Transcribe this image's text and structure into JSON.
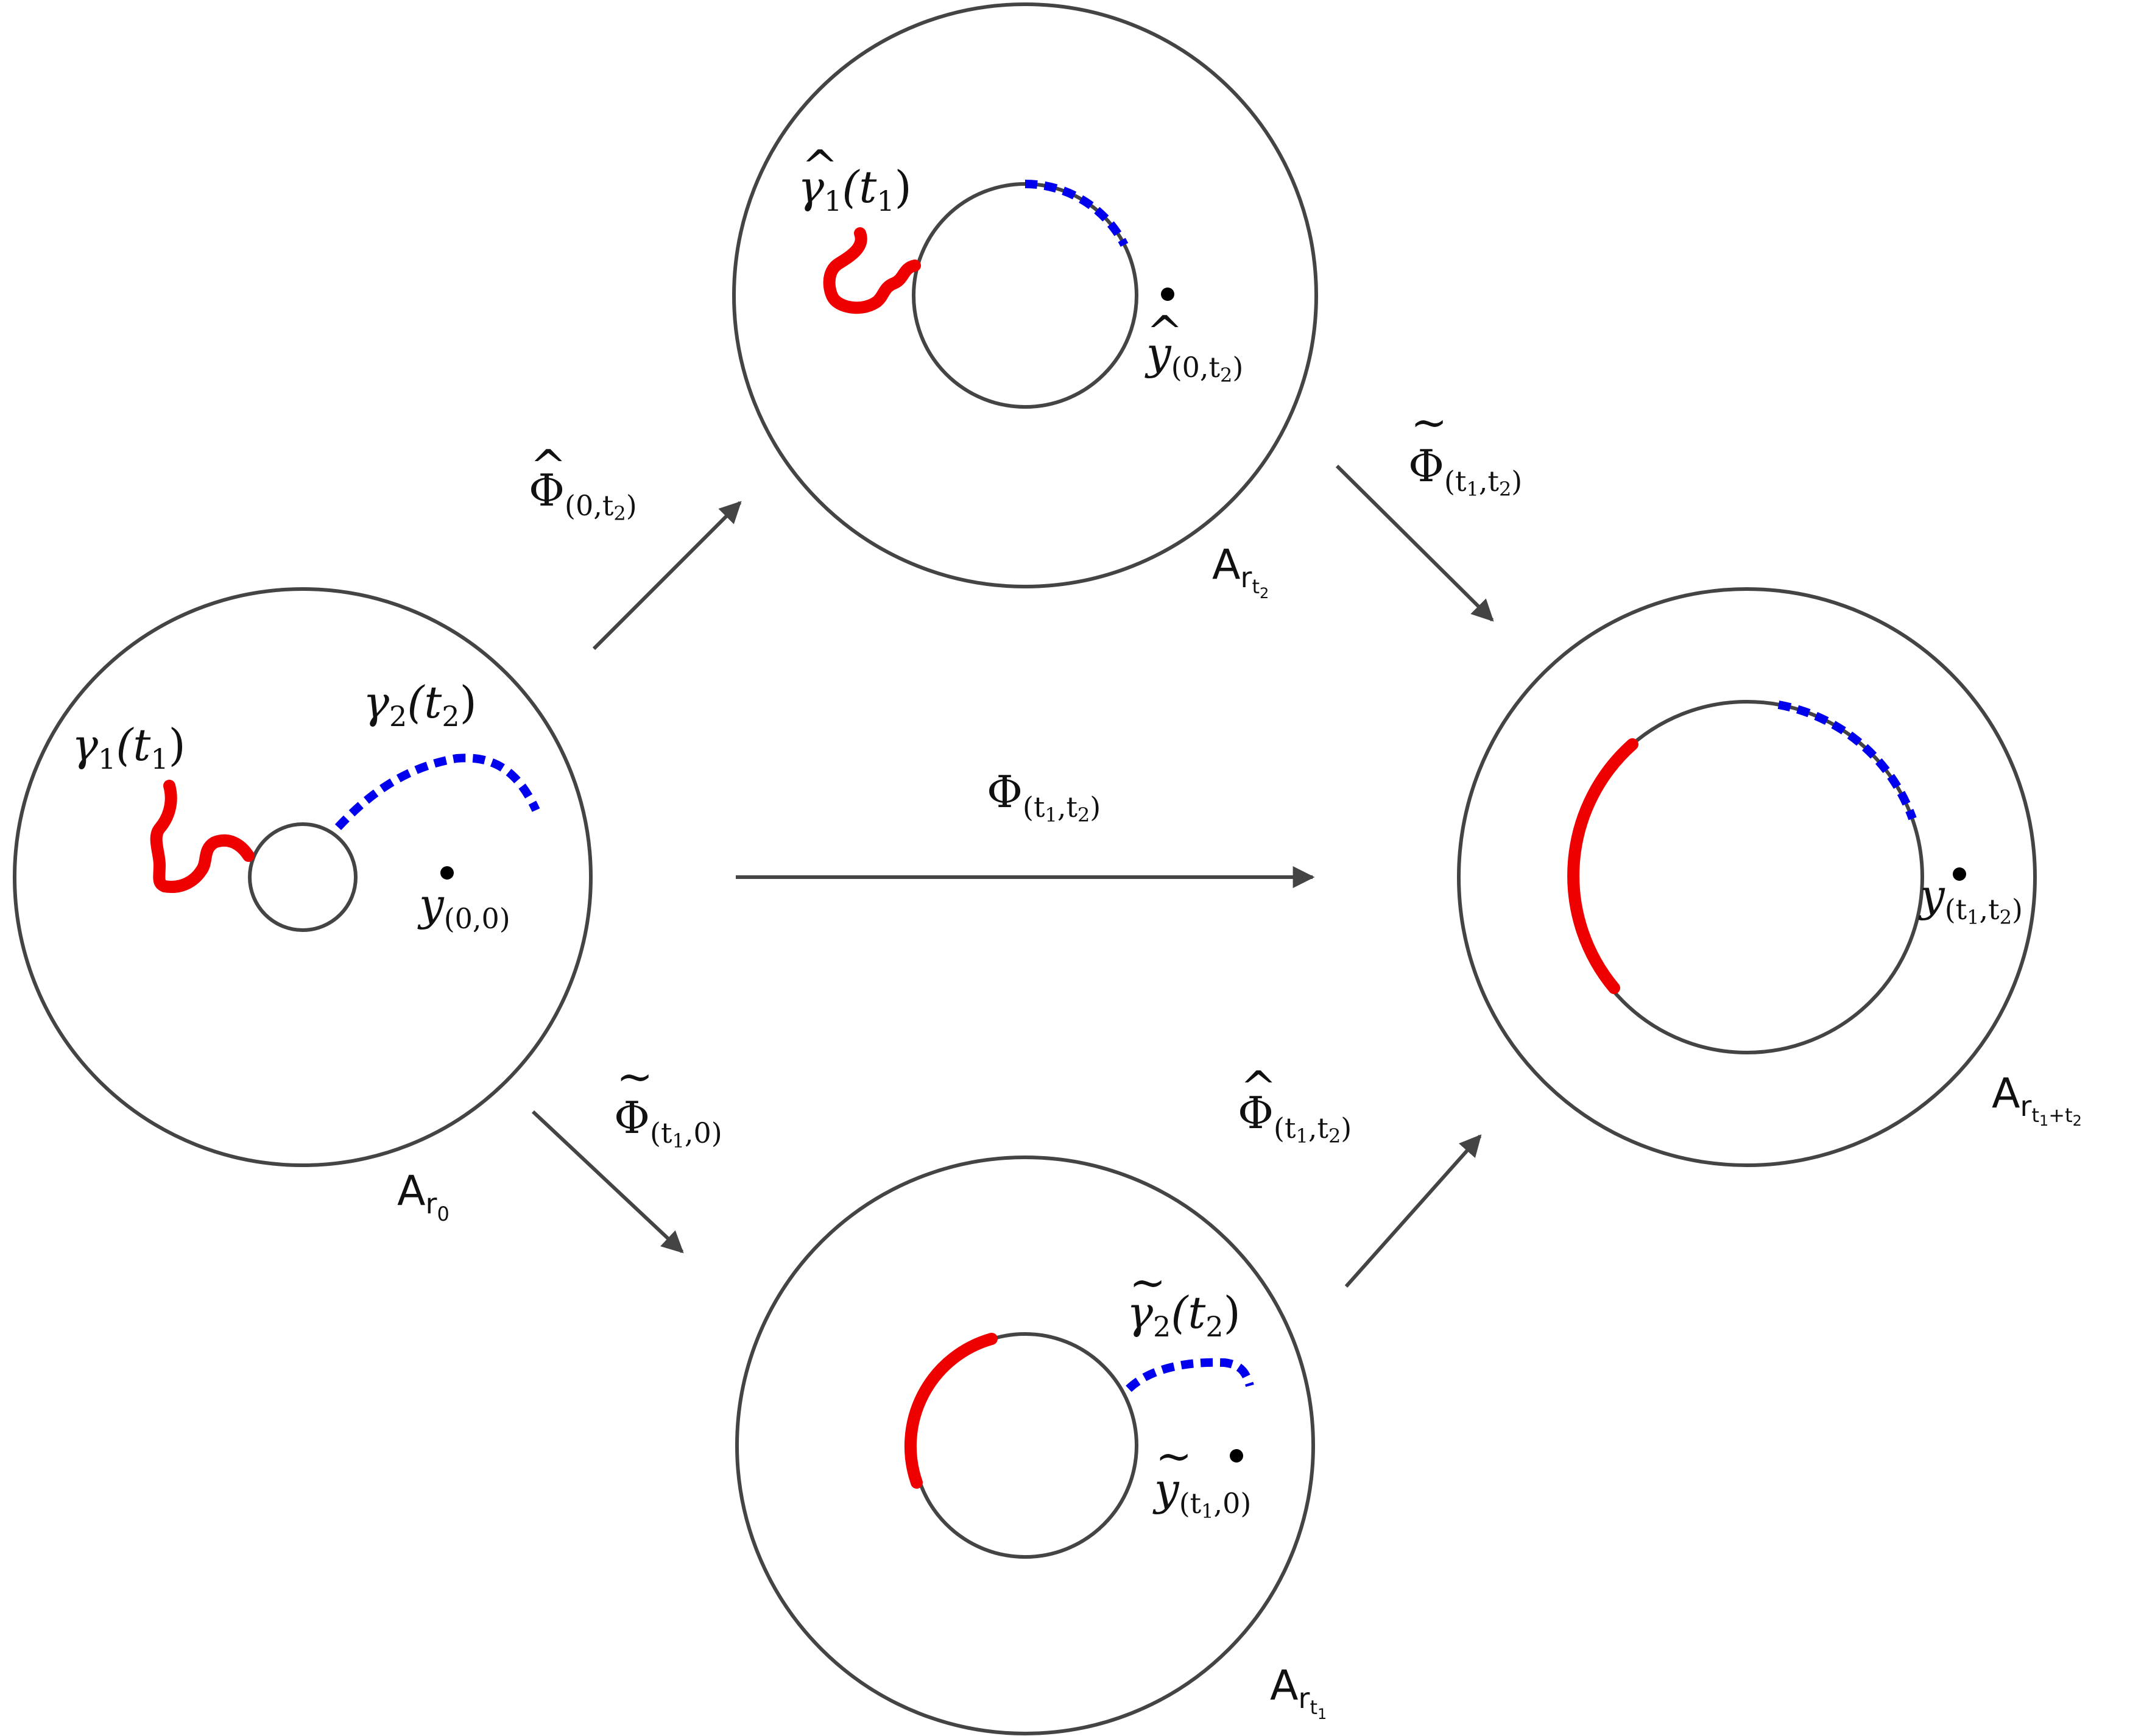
{
  "colors": {
    "stroke": "#444444",
    "red_curve": "#ee0000",
    "blue_curve": "#0000ee",
    "point": "#000000"
  },
  "annuli": {
    "r0": {
      "label_base": "A",
      "label_sub": "r",
      "label_subsub": "0"
    },
    "rt2": {
      "label_base": "A",
      "label_sub": "r",
      "label_subsub": "t",
      "label_subsubsub": "2"
    },
    "rt1": {
      "label_base": "A",
      "label_sub": "r",
      "label_subsub": "t",
      "label_subsubsub": "1"
    },
    "rt1t2": {
      "label_base": "A",
      "label_sub": "r",
      "label_subsub": "t",
      "label_subsub_a": "1",
      "label_subsub_op": "+t",
      "label_subsub_b": "2"
    }
  },
  "curves": {
    "gamma1": {
      "sym": "γ",
      "sub": "1",
      "arg": "(t",
      "argsub": "1",
      "close": ")"
    },
    "gamma2": {
      "sym": "γ",
      "sub": "2",
      "arg": "(t",
      "argsub": "2",
      "close": ")"
    },
    "gamma1_hat": {
      "sym": "γ",
      "sub": "1",
      "arg": "(t",
      "argsub": "1",
      "close": ")"
    },
    "gamma2_tilde": {
      "sym": "γ",
      "sub": "2",
      "arg": "(t",
      "argsub": "2",
      "close": ")"
    }
  },
  "points": {
    "y00": {
      "sym": "y",
      "sub": "(0,0)"
    },
    "y0t2_hat": {
      "sym": "y",
      "sub_open": "(0,t",
      "sub_sub": "2",
      "sub_close": ")"
    },
    "yt10_tilde": {
      "sym": "y",
      "sub_open": "(t",
      "sub_sub": "1",
      "sub_close": ",0)"
    },
    "yt1t2": {
      "sym": "y",
      "sub_open": "(t",
      "sub_sub_a": "1",
      "sub_mid": ",t",
      "sub_sub_b": "2",
      "sub_close": ")"
    }
  },
  "maps": {
    "phi_hat_0t2": {
      "sym": "Φ",
      "sub_open": "(0,t",
      "sub_sub": "2",
      "sub_close": ")"
    },
    "phi_tilde_t1t2": {
      "sym": "Φ",
      "sub_open": "(t",
      "sub_sub_a": "1",
      "sub_mid": ",t",
      "sub_sub_b": "2",
      "sub_close": ")"
    },
    "phi_t1t2": {
      "sym": "Φ",
      "sub_open": "(t",
      "sub_sub_a": "1",
      "sub_mid": ",t",
      "sub_sub_b": "2",
      "sub_close": ")"
    },
    "phi_tilde_t10": {
      "sym": "Φ",
      "sub_open": "(t",
      "sub_sub": "1",
      "sub_close": ",0)"
    },
    "phi_hat_t1t2": {
      "sym": "Φ",
      "sub_open": "(t",
      "sub_sub_a": "1",
      "sub_mid": ",t",
      "sub_sub_b": "2",
      "sub_close": ")"
    }
  },
  "accents": {
    "hat": "^",
    "tilde": "~"
  }
}
